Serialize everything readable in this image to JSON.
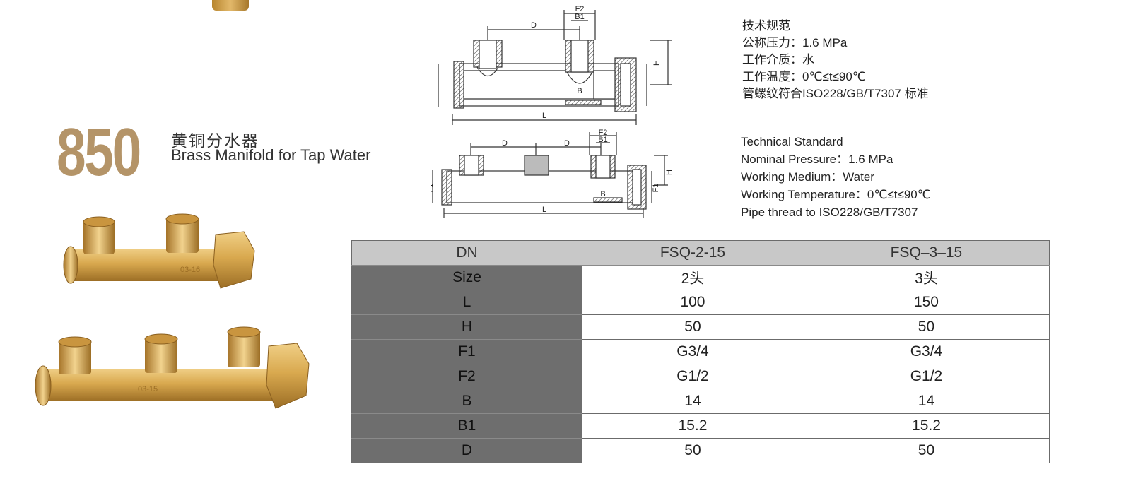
{
  "product": {
    "model_number": "850",
    "title_cn": "黄铜分水器",
    "title_en": "Brass Manifold for Tap Water"
  },
  "specs_cn": {
    "heading": "技术规范",
    "pressure": "公称压力：1.6 MPa",
    "medium": "工作介质：水",
    "temperature": "工作温度：0℃≤t≤90℃",
    "thread": "管螺纹符合ISO228/GB/T7307 标准"
  },
  "specs_en": {
    "heading": "Technical Standard",
    "pressure": "Nominal Pressure：1.6 MPa",
    "medium": "Working Medium：Water",
    "temperature": "Working Temperature：0℃≤t≤90℃",
    "thread": "Pipe thread to ISO228/GB/T7307"
  },
  "diagram_labels": {
    "F2": "F2",
    "B1": "B1",
    "D": "D",
    "H": "H",
    "F1": "F1",
    "B": "B",
    "L": "L"
  },
  "photo_markings": {
    "two_way": "03-16",
    "three_way": "03-15"
  },
  "table": {
    "headers": [
      "DN",
      "FSQ-2-15",
      "FSQ–3–15"
    ],
    "rows": [
      {
        "label": "Size",
        "values": [
          "2头",
          "3头"
        ]
      },
      {
        "label": "L",
        "values": [
          "100",
          "150"
        ]
      },
      {
        "label": "H",
        "values": [
          "50",
          "50"
        ]
      },
      {
        "label": "F1",
        "values": [
          "G3/4",
          "G3/4"
        ]
      },
      {
        "label": "F2",
        "values": [
          "G1/2",
          "G1/2"
        ]
      },
      {
        "label": "B",
        "values": [
          "14",
          "14"
        ]
      },
      {
        "label": "B1",
        "values": [
          "15.2",
          "15.2"
        ]
      },
      {
        "label": "D",
        "values": [
          "50",
          "50"
        ]
      }
    ]
  },
  "colors": {
    "brass": "#d4a24a",
    "model_number": "#b49468",
    "table_header_bg": "#c8c8c8",
    "table_rowhead_bg": "#6e6e6e"
  }
}
